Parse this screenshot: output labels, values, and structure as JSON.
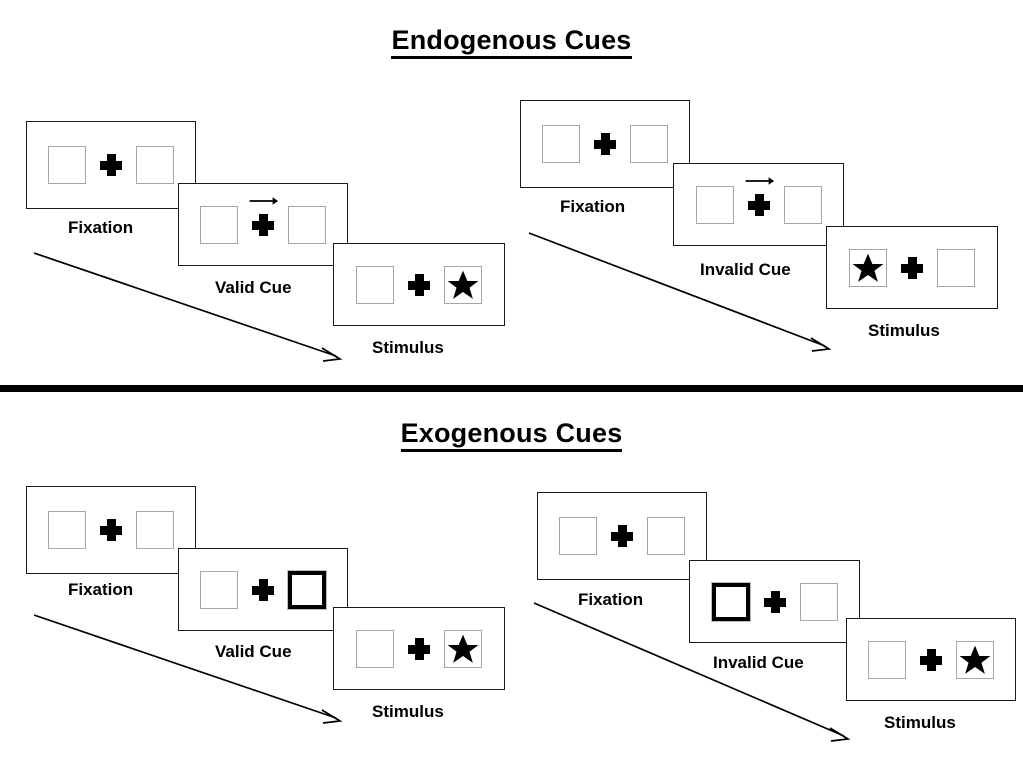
{
  "sections": [
    {
      "id": "endogenous",
      "title": "Endogenous Cues",
      "clusters": [
        {
          "id": "endogenous-valid",
          "panels": [
            {
              "caption": "Fixation",
              "cue": "none",
              "left_box": "empty",
              "right_box": "empty"
            },
            {
              "caption": "Valid Cue",
              "cue": "arrow-right",
              "left_box": "empty",
              "right_box": "empty"
            },
            {
              "caption": "Stimulus",
              "cue": "none",
              "left_box": "empty",
              "right_box": "star"
            }
          ]
        },
        {
          "id": "endogenous-invalid",
          "panels": [
            {
              "caption": "Fixation",
              "cue": "none",
              "left_box": "empty",
              "right_box": "empty"
            },
            {
              "caption": "Invalid Cue",
              "cue": "arrow-right",
              "left_box": "empty",
              "right_box": "empty"
            },
            {
              "caption": "Stimulus",
              "cue": "none",
              "left_box": "star",
              "right_box": "empty"
            }
          ]
        }
      ]
    },
    {
      "id": "exogenous",
      "title": "Exogenous Cues",
      "clusters": [
        {
          "id": "exogenous-valid",
          "panels": [
            {
              "caption": "Fixation",
              "cue": "none",
              "left_box": "empty",
              "right_box": "empty"
            },
            {
              "caption": "Valid Cue",
              "cue": "none",
              "left_box": "empty",
              "right_box": "cued"
            },
            {
              "caption": "Stimulus",
              "cue": "none",
              "left_box": "empty",
              "right_box": "star"
            }
          ]
        },
        {
          "id": "exogenous-invalid",
          "panels": [
            {
              "caption": "Fixation",
              "cue": "none",
              "left_box": "empty",
              "right_box": "empty"
            },
            {
              "caption": "Invalid Cue",
              "cue": "none",
              "left_box": "cued",
              "right_box": "empty"
            },
            {
              "caption": "Stimulus",
              "cue": "none",
              "left_box": "empty",
              "right_box": "star"
            }
          ]
        }
      ]
    }
  ],
  "icons": {
    "fixation_cross": "plus-cross-icon",
    "cue_arrow": "arrow-right-icon",
    "target": "star-icon",
    "flow": "diagonal-arrow-icon"
  },
  "colors": {
    "frame_border": "#1a1a1a",
    "box_border": "#a6a6a6",
    "cued_box_border": "#000000",
    "ink": "#000000",
    "background": "#ffffff"
  }
}
